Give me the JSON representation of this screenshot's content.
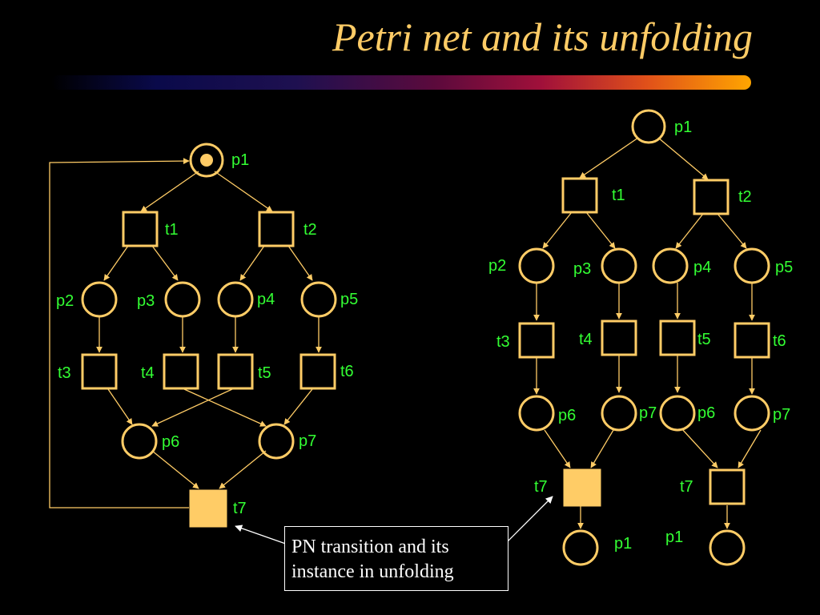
{
  "slide": {
    "title": "Petri net and its unfolding"
  },
  "colors": {
    "background": "#000000",
    "accent": "#ffcc66",
    "label": "#33ff33",
    "callout_text": "#ffffff"
  },
  "left_net": {
    "p1": "p1",
    "p2": "p2",
    "p3": "p3",
    "p4": "p4",
    "p5": "p5",
    "p6": "p6",
    "p7": "p7",
    "t1": "t1",
    "t2": "t2",
    "t3": "t3",
    "t4": "t4",
    "t5": "t5",
    "t6": "t6",
    "t7": "t7"
  },
  "unfolding": {
    "p1": "p1",
    "p2": "p2",
    "p3": "p3",
    "p4": "p4",
    "p5": "p5",
    "p6a": "p6",
    "p7a": "p7",
    "p6b": "p6",
    "p7b": "p7",
    "p1a": "p1",
    "p1b": "p1",
    "t1": "t1",
    "t2": "t2",
    "t3": "t3",
    "t4": "t4",
    "t5": "t5",
    "t6": "t6",
    "t7a": "t7",
    "t7b": "t7"
  },
  "callout": {
    "line1": "PN transition and its",
    "line2": "instance in unfolding"
  }
}
